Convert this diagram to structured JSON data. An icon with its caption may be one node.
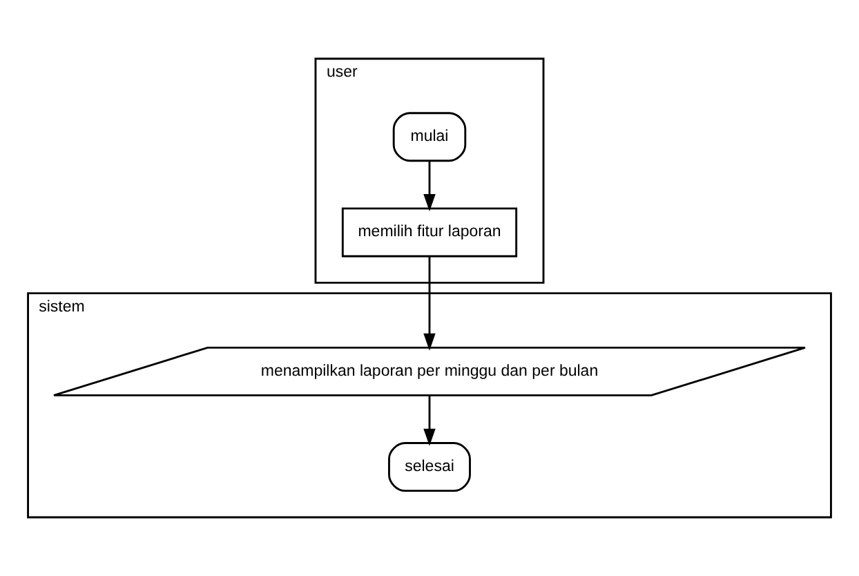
{
  "diagram": {
    "nodes": [
      {
        "text": [
          "user"
        ]
      },
      {
        "text": [
          "sistem"
        ]
      },
      {
        "text": [
          "mulai"
        ],
        "in": 0
      },
      {
        "text": [
          "memilih fitur laporan"
        ],
        "in": 0
      },
      {
        "text": [
          "menampilkan laporan per minggu dan per bulan"
        ],
        "in": 1
      },
      {
        "text": [
          "selesai"
        ],
        "in": 1
      }
    ],
    "edges": [
      {
        "from": 2,
        "to": 3,
        "arrow": "to"
      },
      {
        "from": 3,
        "to": 4,
        "arrow": "to"
      },
      {
        "from": 4,
        "to": 5,
        "arrow": "to"
      }
    ]
  }
}
